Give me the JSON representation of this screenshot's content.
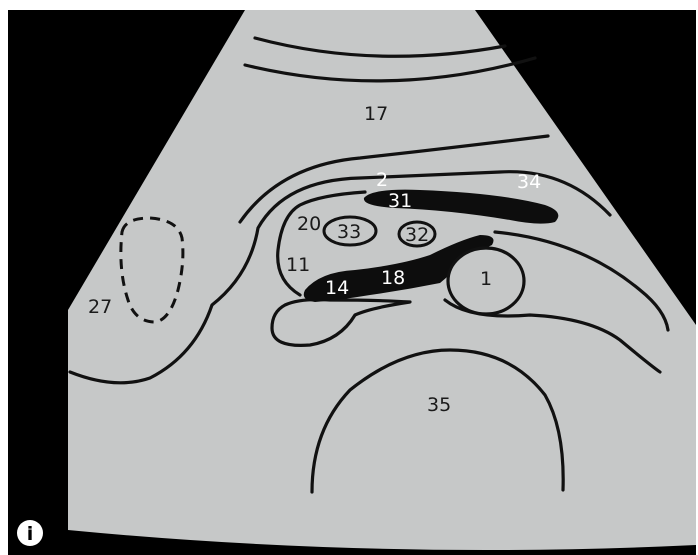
{
  "colors": {
    "background": "#000000",
    "sector_fill": "#c6c8c8",
    "outline": "#111111",
    "label_dark": "#1a1a1a",
    "label_light": "#ffffff",
    "page": "#ffffff"
  },
  "labels": {
    "l17": "17",
    "l2": "2",
    "l34": "34",
    "l31": "31",
    "l20": "20",
    "l33": "33",
    "l32": "32",
    "l11": "11",
    "l18": "18",
    "l14": "14",
    "l1": "1",
    "l27": "27",
    "l35": "35"
  },
  "panel_badge": "i"
}
